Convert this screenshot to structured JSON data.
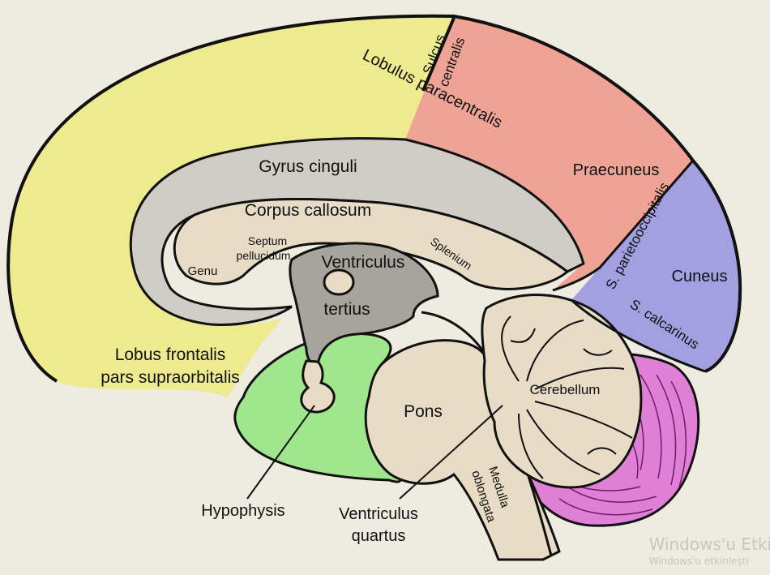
{
  "labels": {
    "sulcus": "Sulcus",
    "centralis": "centralis",
    "lobulus_paracentralis": "Lobulus paracentralis",
    "gyrus_cinguli": "Gyrus cinguli",
    "praecuneus": "Praecuneus",
    "corpus_callosum": "Corpus callosum",
    "septum": "Septum",
    "pellucidum": "pellucidum",
    "genu": "Genu",
    "ventriculus": "Ventriculus",
    "tertius": "tertius",
    "splenium": "Splenium",
    "s_parietooccipitalis": "S. parietooccipitalis",
    "cuneus": "Cuneus",
    "s_calcarinus": "S. calcarinus",
    "lobus_frontalis": "Lobus frontalis",
    "pars_supraorbitalis": "pars supraorbitalis",
    "cerebellum": "Cerebellum",
    "pons": "Pons",
    "medulla": "Medulla",
    "oblongata": "oblongata",
    "hypophysis": "Hypophysis",
    "ventriculus_quartus_1": "Ventriculus",
    "ventriculus_quartus_2": "quartus"
  },
  "watermark": {
    "line1": "Windows'u Etki",
    "line2": "Windows'u etkinleşti"
  },
  "colors": {
    "background": "#eeebe0",
    "frontal": "#eeea8e",
    "parietal": "#eea395",
    "occipital": "#a3a0e2",
    "cingulate": "#cfcdc6",
    "callosum": "#e9dcc7",
    "ventricle": "#a6a49c",
    "hypothalamus": "#9fe68c",
    "cerebellum": "#e9dcc7",
    "lateral_cerebellum": "#e07fd6"
  }
}
